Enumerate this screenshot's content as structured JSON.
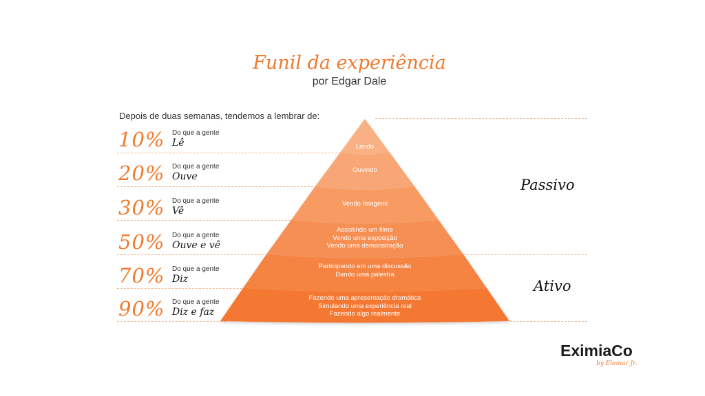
{
  "title": "Funil da experiência",
  "subtitle": "por Edgar Dale",
  "intro": "Depois de duas semanas, tendemos a lembrar de:",
  "rows": [
    {
      "pct": "10%",
      "prefix": "Do que a gente",
      "verb": "Lê"
    },
    {
      "pct": "20%",
      "prefix": "Do que a gente",
      "verb": "Ouve"
    },
    {
      "pct": "30%",
      "prefix": "Do que a gente",
      "verb": "Vê"
    },
    {
      "pct": "50%",
      "prefix": "Do que a gente",
      "verb": "Ouve e vê"
    },
    {
      "pct": "70%",
      "prefix": "Do que a gente",
      "verb": "Diz"
    },
    {
      "pct": "90%",
      "prefix": "Do que a gente",
      "verb": "Diz e faz"
    }
  ],
  "levels": [
    {
      "lines": [
        "Lendo"
      ]
    },
    {
      "lines": [
        "Ouvindo"
      ]
    },
    {
      "lines": [
        "Vendo Imagens"
      ]
    },
    {
      "lines": [
        "Assistindo um filme",
        "Vendo uma exposição",
        "Vendo uma demonstração"
      ]
    },
    {
      "lines": [
        "Participando em uma discussão",
        "Dando uma palestra"
      ]
    },
    {
      "lines": [
        "Fazendo uma apresentação dramática",
        "Simulando uma experiência real",
        "Fazendo algo realmente"
      ]
    }
  ],
  "side_labels": {
    "passive": "Passivo",
    "active": "Ativo"
  },
  "logo": {
    "name": "EXIMIACO",
    "display": "EximiaCo",
    "tagline": "by Elemar Jr."
  },
  "colors": {
    "accent": "#f07b2e",
    "levels": [
      "#f9b184",
      "#f8a674",
      "#f79b63",
      "#f68f52",
      "#f58442",
      "#f47833"
    ],
    "dash": "#f3b48a"
  }
}
